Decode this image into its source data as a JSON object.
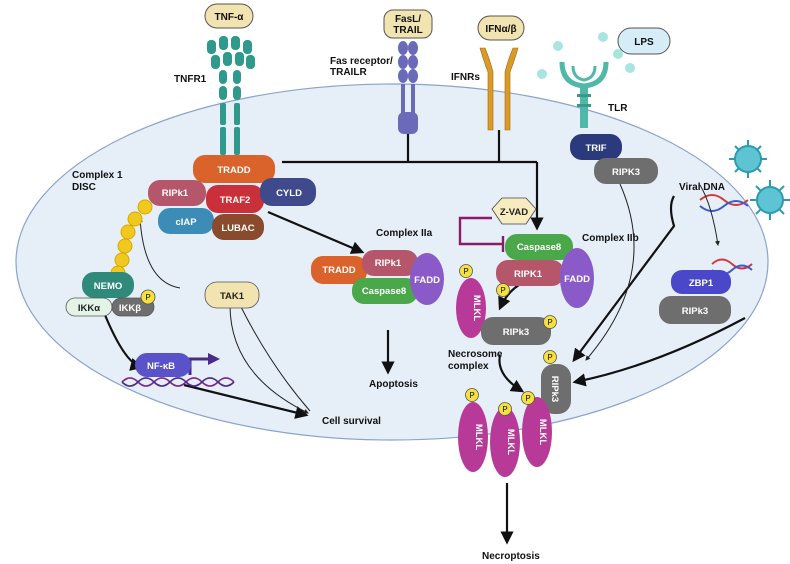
{
  "ligands": {
    "tnf": "TNF-α",
    "fasl_line1": "FasL/",
    "fasl_line2": "TRAIL",
    "ifn": "IFNα/β",
    "lps": "LPS"
  },
  "receptors": {
    "tnfr1": "TNFR1",
    "fas_line1": "Fas receptor/",
    "fas_line2": "TRAILR",
    "ifnrs": "IFNRs",
    "tlr": "TLR"
  },
  "complex1": {
    "title_line1": "Complex 1",
    "title_line2": "DISC",
    "tradd": "TRADD",
    "ripk1": "RIPk1",
    "traf2": "TRAF2",
    "cyld": "CYLD",
    "ciap": "cIAP",
    "lubac": "LUBAC"
  },
  "nfkb_branch": {
    "nemo": "NEMO",
    "ikka": "IKKα",
    "ikkb": "IKKβ",
    "phospho": "P",
    "tak1": "TAK1",
    "nfkb": "NF-κB",
    "cell_survival": "Cell survival"
  },
  "complex2a": {
    "title": "Complex IIa",
    "tradd": "TRADD",
    "ripk1": "RIPk1",
    "caspase8": "Caspase8",
    "fadd": "FADD",
    "apoptosis": "Apoptosis"
  },
  "complex2b": {
    "title": "Complex IIb",
    "zvad": "Z-VAD",
    "caspase8": "Caspase8",
    "ripk1": "RIPK1",
    "fadd": "FADD",
    "mlkl": "MLKL",
    "ripk3": "RIPk3",
    "phospho": "P"
  },
  "tlr_branch": {
    "trif": "TRIF",
    "ripk3": "RIPK3"
  },
  "viral_branch": {
    "viral_dna": "Viral DNA",
    "zbp1": "ZBP1",
    "ripk3": "RIPk3"
  },
  "necrosome": {
    "title_line1": "Necrosome",
    "title_line2": "complex",
    "mlkl": "MLKL",
    "ripk3": "RIPk3",
    "phospho": "P",
    "necroptosis": "Necroptosis"
  },
  "colors": {
    "cell_fill": "#e6eef8",
    "cell_stroke": "#8aa4cc",
    "tradd": "#d9632a",
    "ripk1": "#b5566b",
    "traf2": "#c9303a",
    "cyld": "#3f4a8c",
    "ciap": "#3c8cb8",
    "lubac": "#8a4a2c",
    "caspase8": "#4aa84a",
    "fadd": "#8a5bc8",
    "mlkl": "#b83a98",
    "ripk3": "#6e6e6e",
    "nemo": "#2f8a7c",
    "nfkb": "#5a52c8",
    "tak1": "#f2e4b0",
    "ubiquitin": "#f0c81e",
    "phospho": "#f5e03c",
    "trif": "#2a3a7c",
    "zbp1": "#4a48c8",
    "tnfr1": "#2f9a8c",
    "fas": "#6a6ab8",
    "ifnr": "#d99a2a",
    "tlr": "#4fb8a8"
  }
}
